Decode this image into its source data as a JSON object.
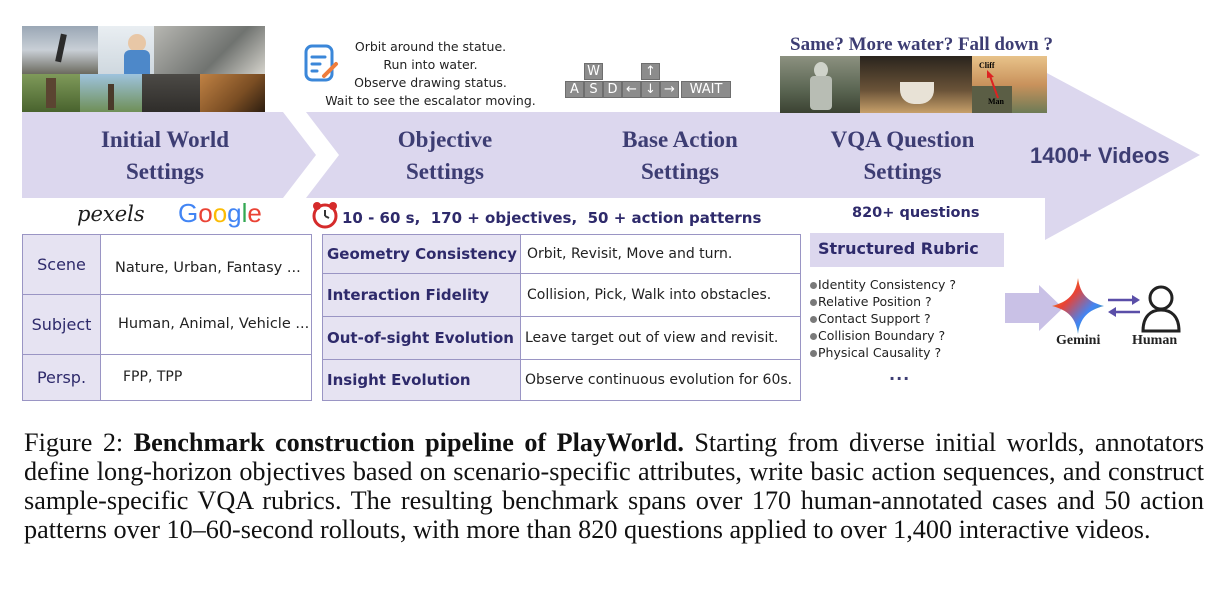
{
  "stages": {
    "initial": {
      "line1": "Initial World",
      "line2": "Settings"
    },
    "objective": {
      "line1": "Objective",
      "line2": "Settings"
    },
    "base_action": {
      "line1": "Base Action",
      "line2": "Settings"
    },
    "vqa": {
      "line1": "VQA Question",
      "line2": "Settings"
    },
    "final": "1400+ Videos"
  },
  "sources": {
    "pexels": "pexels",
    "google": [
      "G",
      "o",
      "o",
      "g",
      "l",
      "e"
    ]
  },
  "objective_examples": [
    "Orbit around the statue.",
    "Run into water.",
    "Observe drawing status.",
    "Wait to see the escalator moving."
  ],
  "keys": {
    "w": "W",
    "a": "A",
    "s": "S",
    "d": "D",
    "up": "↑",
    "left": "←",
    "down": "↓",
    "right": "→",
    "wait": "WAIT"
  },
  "vqa_header": "Same? More water? Fall down ?",
  "image_labels": {
    "cliff": "Cliff",
    "man": "Man"
  },
  "stats": "10 - 60 s,  170 + objectives,  50 + action patterns",
  "questions_count": "820+ questions",
  "world_table": [
    {
      "key": "Scene",
      "value": "Nature, Urban, Fantasy ..."
    },
    {
      "key": "Subject",
      "value": "Human, Animal, Vehicle ..."
    },
    {
      "key": "Persp.",
      "value": "FPP, TPP"
    }
  ],
  "objective_table": [
    {
      "key": "Geometry Consistency",
      "value": "Orbit,  Revisit, Move and turn."
    },
    {
      "key": "Interaction Fidelity",
      "value": "Collision, Pick, Walk into obstacles."
    },
    {
      "key": "Out-of-sight Evolution",
      "value": "Leave target out of view and revisit."
    },
    {
      "key": "Insight Evolution",
      "value": "Observe continuous evolution for 60s."
    }
  ],
  "rubric": {
    "title": "Structured Rubric",
    "items": [
      "Identity Consistency ?",
      "Relative Position ?",
      "Contact Support ?",
      "Collision Boundary ?",
      "Physical Causality ?"
    ],
    "ellipsis": "..."
  },
  "evaluators": {
    "gemini": "Gemini",
    "human": "Human"
  },
  "caption": {
    "label": "Figure 2:",
    "bold": "Benchmark construction pipeline of PlayWorld.",
    "text": "Starting from diverse initial worlds, annotators define long-horizon objectives based on scenario-specific attributes, write basic action sequences, and construct sample-specific VQA rubrics. The resulting benchmark spans over 170 human-annotated cases and 50 action patterns over 10–60-second rollouts, with more than 820 questions applied to over 1,400 interactive videos."
  },
  "colors": {
    "band": "#dcd7ee",
    "title": "#3d3d73",
    "table_border": "#9a95c4",
    "key_fill": "#8c8c8c"
  }
}
